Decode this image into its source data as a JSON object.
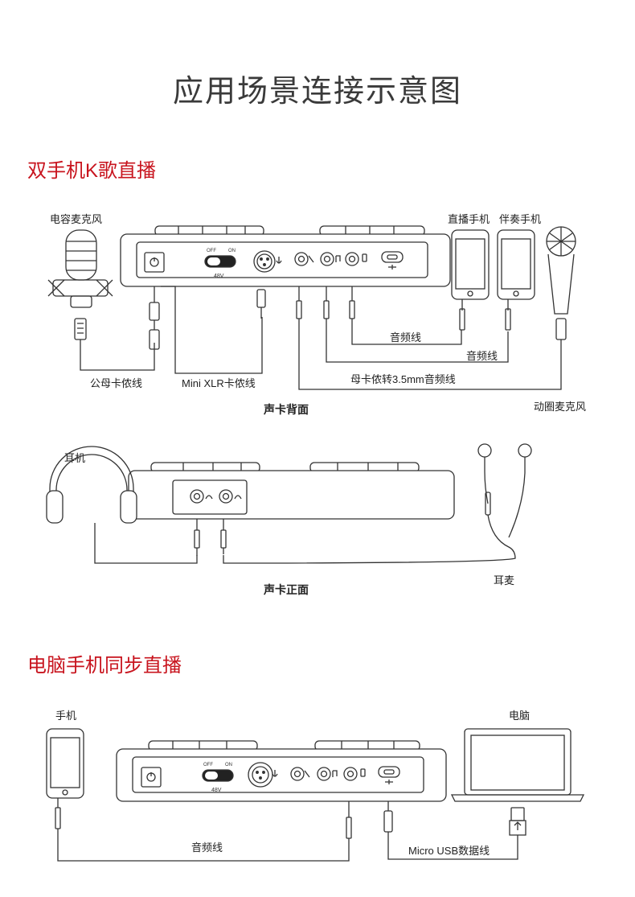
{
  "page_title": "应用场景连接示意图",
  "scene1": {
    "heading": "双手机K歌直播",
    "condenser_mic": "电容麦克风",
    "phone_live": "直播手机",
    "phone_accomp": "伴奏手机",
    "cable_male_female": "公母卡侬线",
    "cable_mini_xlr": "Mini XLR卡侬线",
    "cable_audio_1": "音频线",
    "cable_audio_2": "音频线",
    "cable_xlr_35": "母卡侬转3.5mm音频线",
    "dynamic_mic": "动圈麦克风",
    "back_caption": "声卡背面",
    "headphones": "耳机",
    "earphones": "耳麦",
    "front_caption": "声卡正面"
  },
  "scene2": {
    "heading": "电脑手机同步直播",
    "phone": "手机",
    "computer": "电脑",
    "cable_audio": "音频线",
    "cable_usb": "Micro USB数据线"
  },
  "device": {
    "switch_off": "OFF",
    "switch_on": "ON",
    "phantom": "48V"
  }
}
